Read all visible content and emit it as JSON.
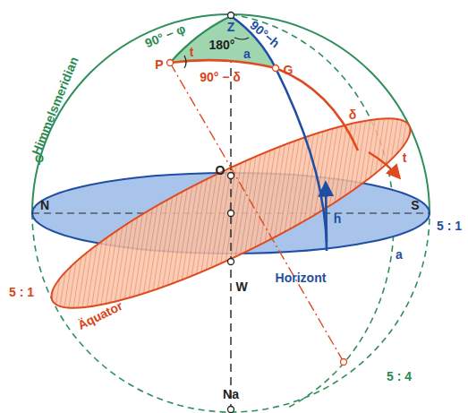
{
  "diagram": {
    "labels": [
      "Z",
      "90° − φ",
      "t",
      "180°",
      "90°−h",
      "a",
      "P",
      "90° − δ",
      "G",
      "δ",
      "t",
      "O",
      "N",
      "S",
      "5 : 1",
      "W",
      "Horizont",
      "h",
      "a",
      "Äquator",
      "5 : 1",
      "5 : 4",
      "Na",
      "Himmelsmeridian",
      "φ"
    ]
  }
}
